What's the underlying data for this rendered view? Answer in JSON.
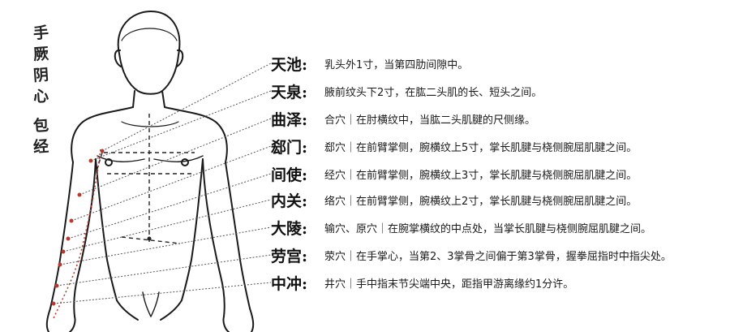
{
  "title_chars": [
    "手",
    "厥",
    "阴",
    "心",
    "包",
    "经"
  ],
  "points": [
    {
      "name": "天池:",
      "desc": "乳头外1寸，当第四肋间隙中。"
    },
    {
      "name": "天泉:",
      "desc": "腋前纹头下2寸，在肱二头肌的长、短头之间。"
    },
    {
      "name": "曲泽:",
      "desc": "合穴｜在肘横纹中，当肱二头肌腱的尺侧缘。"
    },
    {
      "name": "郄门:",
      "desc": "郄穴｜在前臂掌侧，腕横纹上5寸，掌长肌腱与桡侧腕屈肌腱之间。"
    },
    {
      "name": "间使:",
      "desc": "经穴｜在前臂掌侧，腕横纹上3寸，掌长肌腱与桡侧腕屈肌腱之间。"
    },
    {
      "name": "内关:",
      "desc": "络穴｜在前臂掌侧，腕横纹上2寸，掌长肌腱与桡侧腕屈肌腱之间。"
    },
    {
      "name": "大陵:",
      "desc": "输穴、原穴｜在腕掌横纹的中点处，当掌长肌腱与桡侧腕屈肌腱之间。"
    },
    {
      "name": "劳宫:",
      "desc": "荥穴｜在手掌心，当第2、3掌骨之间偏于第3掌骨，握拳屈指时中指尖处。"
    },
    {
      "name": "中冲:",
      "desc": "井穴｜手中指末节尖端中央，距指甲游离缘约1分许。"
    }
  ]
}
